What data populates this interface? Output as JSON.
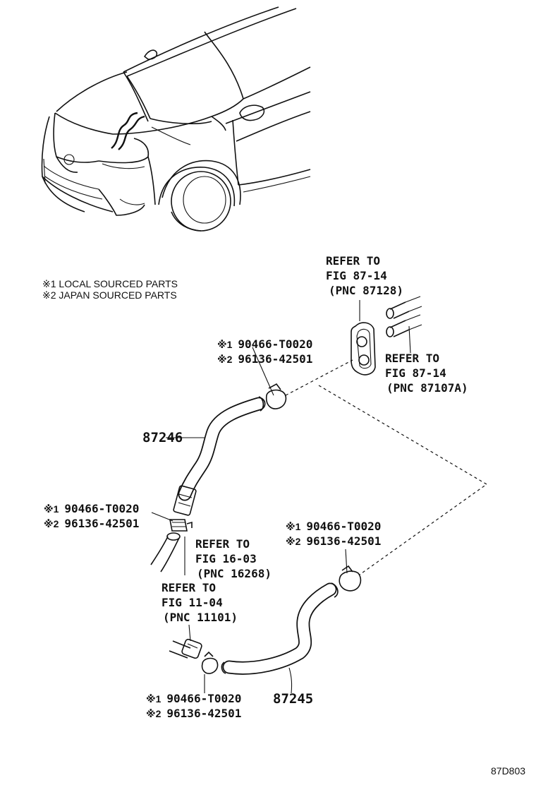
{
  "legend": {
    "local": "※1 LOCAL SOURCED PARTS",
    "japan": "※2 JAPAN SOURCED PARTS"
  },
  "refs": {
    "top": [
      "REFER TO",
      "FIG 87-14",
      "(PNC 87128)"
    ],
    "right": [
      "REFER TO",
      "FIG 87-14",
      "(PNC 87107A)"
    ],
    "mid": [
      "REFER TO",
      "FIG 16-03",
      "(PNC 16268)"
    ],
    "low": [
      "REFER TO",
      "FIG 11-04",
      "(PNC 11101)"
    ]
  },
  "clamps": {
    "mark1": "※1",
    "mark2": "※2",
    "part1": "90466-T0020",
    "part2": "96136-42501"
  },
  "hoses": {
    "upper": "87246",
    "lower": "87245"
  },
  "figure_code": "87D803"
}
